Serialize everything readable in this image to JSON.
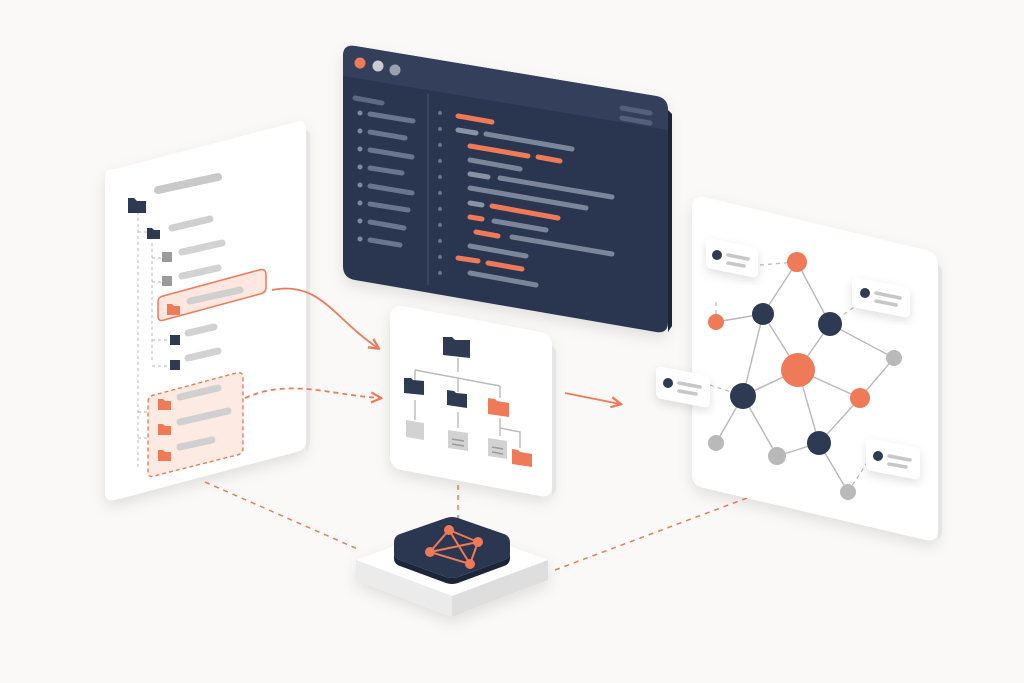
{
  "colors": {
    "background": "#faf9f7",
    "accent": "#ee7a57",
    "dark": "#2d3a52",
    "muted": "#b9b9b9",
    "panel": "#ffffff"
  },
  "icons": {
    "folder": "folder-icon",
    "file": "file-icon",
    "graph": "graph-icon",
    "window_controls": [
      "close-dot",
      "minimize-dot",
      "maximize-dot"
    ]
  }
}
